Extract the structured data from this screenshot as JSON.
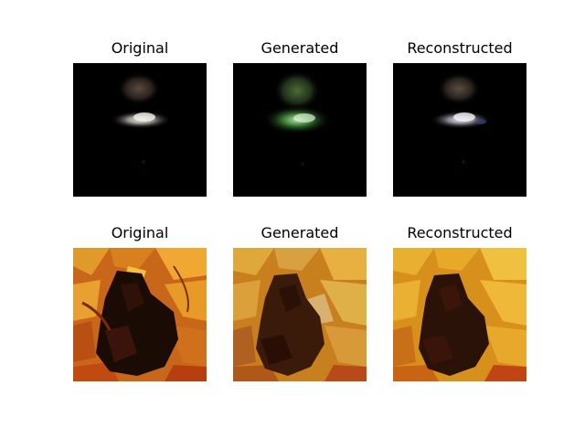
{
  "figure": {
    "rows": [
      {
        "panels": [
          {
            "title": "Original"
          },
          {
            "title": "Generated"
          },
          {
            "title": "Reconstructed"
          }
        ]
      },
      {
        "panels": [
          {
            "title": "Original"
          },
          {
            "title": "Generated"
          },
          {
            "title": "Reconstructed"
          }
        ]
      }
    ]
  }
}
